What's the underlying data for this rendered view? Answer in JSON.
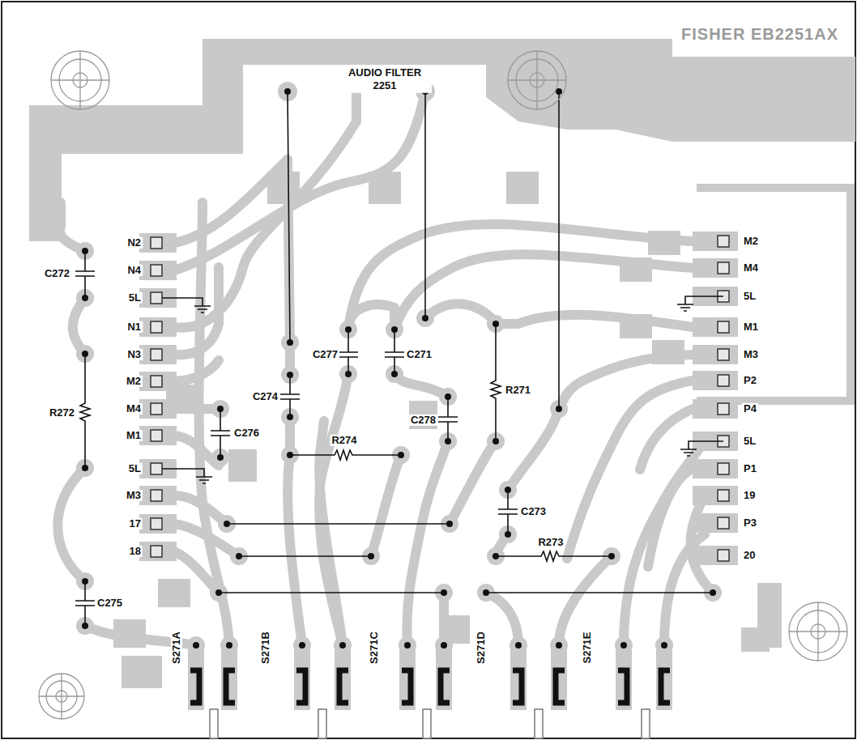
{
  "diagram": {
    "labels": [
      "FISHER EB2251AX",
      "AUDIO FILTER 2251",
      "N2",
      "N4",
      "5L",
      "N1",
      "N3",
      "M2",
      "M4",
      "M1",
      "5L",
      "M3",
      "17",
      "18",
      "M2",
      "M4",
      "5L",
      "M1",
      "M3",
      "P2",
      "P4",
      "5L",
      "P1",
      "19",
      "P3",
      "20",
      "C272",
      "R272",
      "C275",
      "C277",
      "C271",
      "C274",
      "C276",
      "R274",
      "C278",
      "R271",
      "C273",
      "R273",
      "S271A",
      "S271B",
      "S271C",
      "S271D",
      "S271E"
    ]
  }
}
